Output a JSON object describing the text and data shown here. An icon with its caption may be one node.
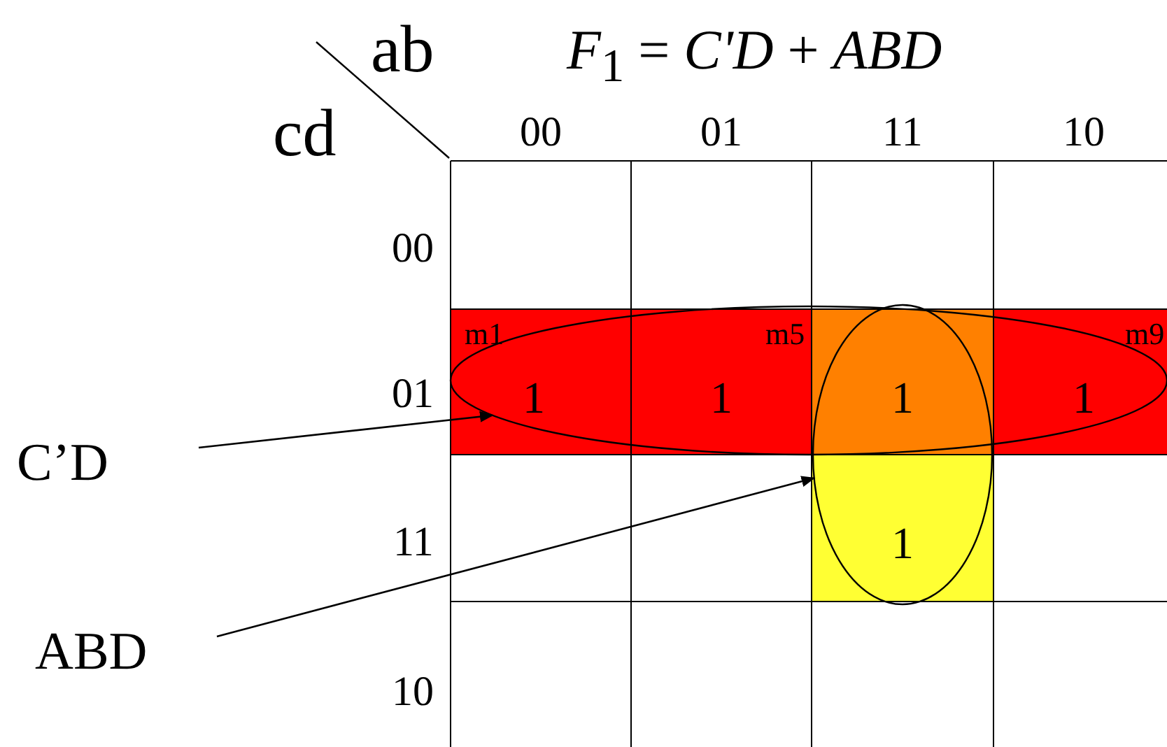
{
  "diagram": {
    "title": "*F*$_{1}$ = *C'D* + *ABD*",
    "nodes": [
      {
        "text": [
          "C’D"
        ]
      },
      {
        "text": [],
        "shape": "ellipse"
      },
      {
        "text": [
          "ABD"
        ]
      },
      {
        "text": [],
        "shape": "ellipse"
      }
    ],
    "edges": [
      {
        "from": 0,
        "to": 1,
        "arrow": "to"
      },
      {
        "from": 2,
        "to": 3,
        "arrow": "to"
      }
    ],
    "labels": [
      "ab",
      "cd",
      "00",
      "01",
      "11",
      "10",
      "00",
      "m1",
      "m5",
      "m9",
      "01",
      "1",
      "1",
      "1",
      "1",
      "11",
      "1",
      "10"
    ]
  }
}
